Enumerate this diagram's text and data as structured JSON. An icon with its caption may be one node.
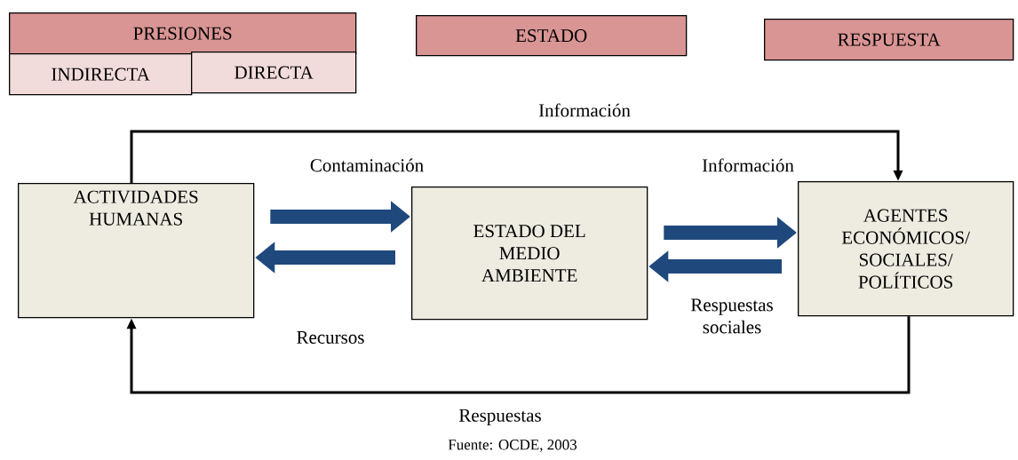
{
  "diagram": {
    "nodes": [
      {
        "text": [
          "PRESIONES"
        ]
      },
      {
        "text": [
          "INDIRECTA"
        ]
      },
      {
        "text": [
          "DIRECTA"
        ]
      },
      {
        "text": [
          "ESTADO"
        ]
      },
      {
        "text": [
          "RESPUESTA"
        ]
      },
      {
        "text": [
          "ACTIVIDADES HUMANAS"
        ]
      },
      {
        "text": [
          "ESTADO DEL MEDIO AMBIENTE"
        ]
      },
      {
        "text": [
          "AGENTES ECONÓMICOS/ SOCIALES/ POLÍTICOS"
        ]
      }
    ],
    "edges": [
      {
        "from": 5,
        "to": 7,
        "arrow": "to",
        "label": "Información",
        "color": "#000000"
      },
      {
        "from": 5,
        "to": 6,
        "arrow": "to",
        "label": "Contaminación"
      },
      {
        "from": 6,
        "to": 5,
        "arrow": "to",
        "label": "Recursos"
      },
      {
        "from": 6,
        "to": 7,
        "arrow": "to",
        "label": "Información"
      },
      {
        "from": 7,
        "to": 6,
        "arrow": "to",
        "label": "Respuestas sociales"
      },
      {
        "from": 7,
        "to": 5,
        "arrow": "to",
        "label": "Respuestas",
        "color": "#000000"
      }
    ],
    "labels": [
      "Fuente: OCDE, 2003"
    ]
  }
}
